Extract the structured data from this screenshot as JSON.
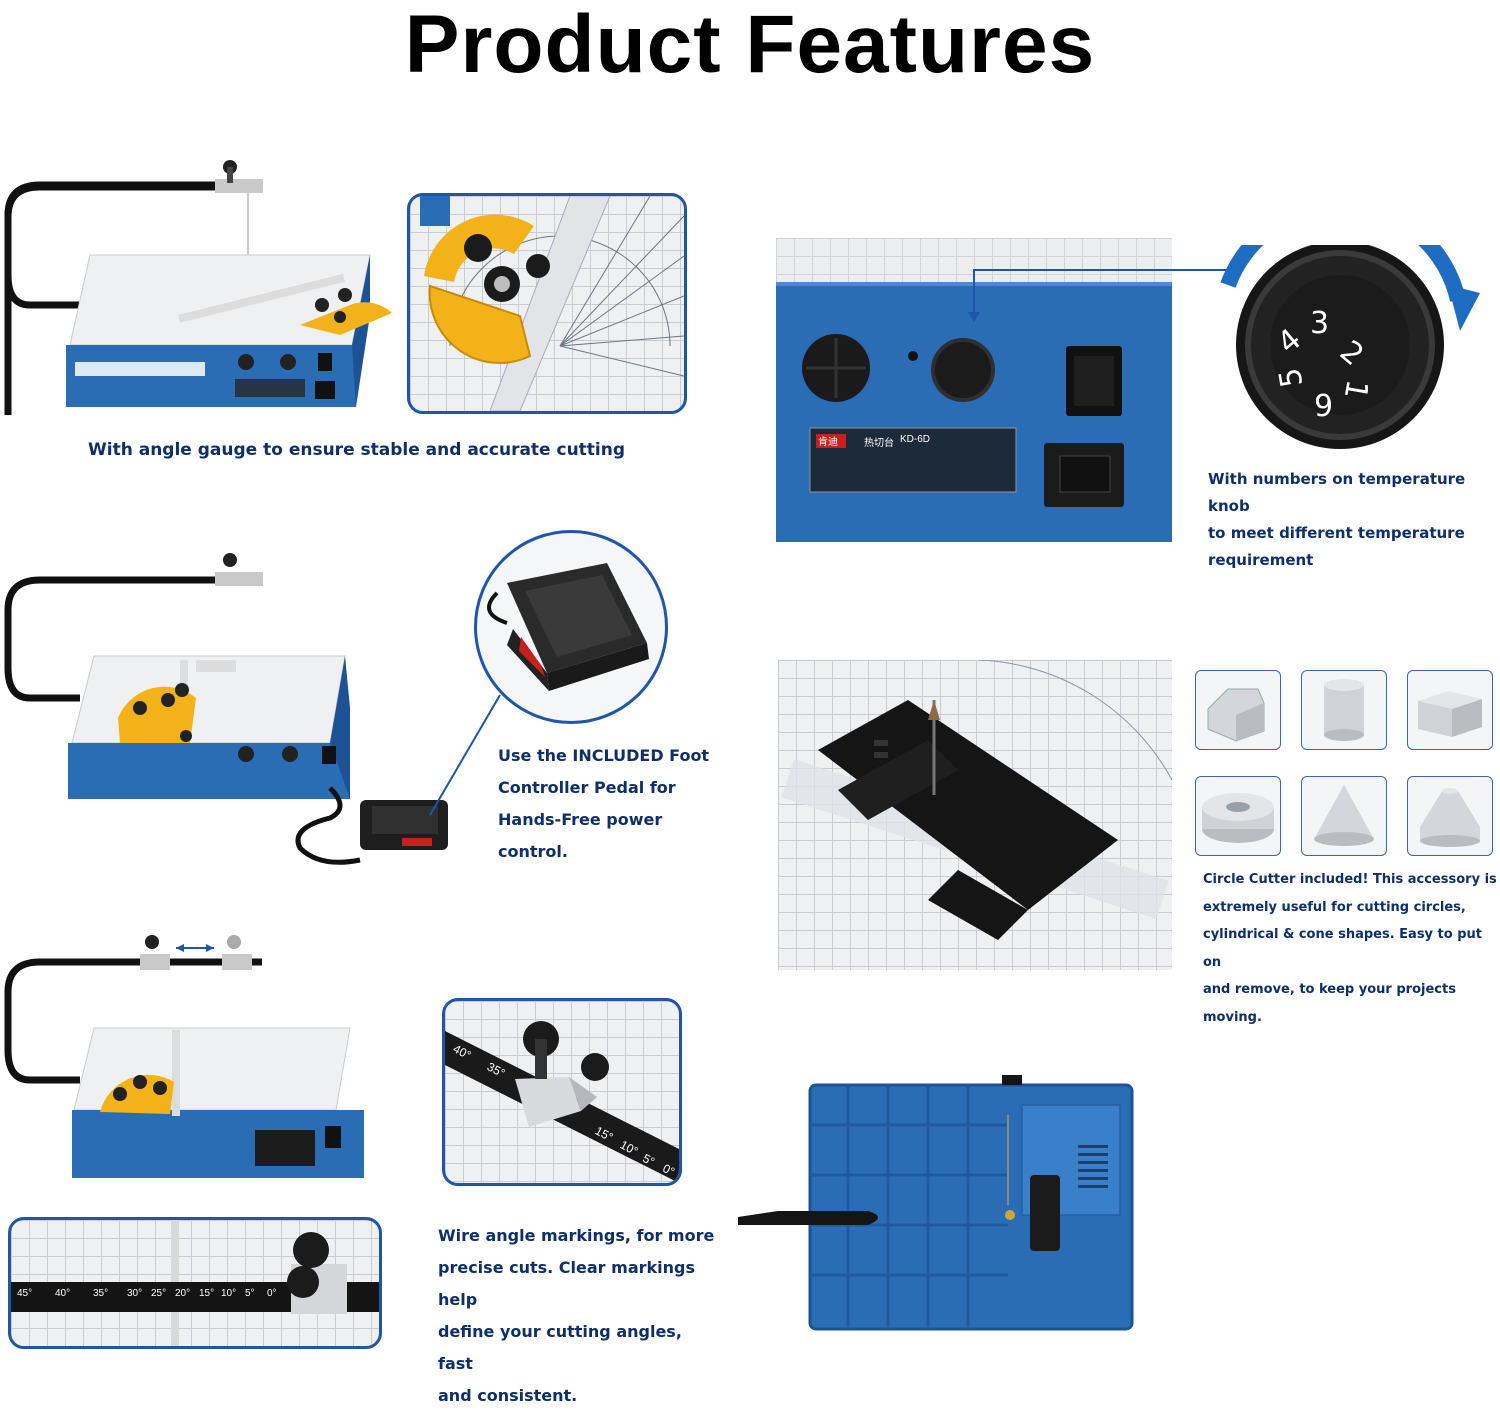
{
  "header": {
    "title": "Product Features"
  },
  "features": {
    "angle_gauge": {
      "caption": "With angle gauge to ensure stable and accurate cutting"
    },
    "temperature": {
      "caption_lines": [
        "With numbers on temperature knob",
        "to meet different temperature",
        "requirement"
      ],
      "knob_numbers": [
        "3",
        "2",
        "4",
        "5",
        "1",
        "6"
      ],
      "label_brand": "肯迪",
      "label_name": "热切台",
      "label_model": "KD-6D"
    },
    "pedal": {
      "caption_lines": [
        "Use the INCLUDED Foot",
        "Controller Pedal for",
        "Hands-Free power",
        "control."
      ]
    },
    "circle_cutter": {
      "caption_lines": [
        "Circle Cutter included! This accessory is",
        "extremely useful for cutting circles,",
        "cylindrical & cone shapes. Easy to put on",
        "and remove, to keep your projects moving."
      ],
      "shapes": [
        "angled-block-icon",
        "cylinder-icon",
        "cube-icon",
        "ring-icon",
        "cone-icon",
        "truncated-cone-icon"
      ]
    },
    "wire_angle": {
      "caption_lines": [
        "Wire angle markings, for more",
        "precise cuts. Clear markings help",
        "define your cutting angles, fast",
        "and consistent."
      ],
      "scale_marks": [
        "45°",
        "40°",
        "35°",
        "30°",
        "25°",
        "20°",
        "15°",
        "10°",
        "5°",
        "0°"
      ],
      "zoom_marks": [
        "40°",
        "35°",
        "15°",
        "10°",
        "5°",
        "0°"
      ]
    }
  },
  "colors": {
    "machine_blue": "#2a6db5",
    "gauge_yellow": "#f4b21a",
    "caption_navy": "#0f2f6a",
    "panel_border": "#1f56a8"
  }
}
